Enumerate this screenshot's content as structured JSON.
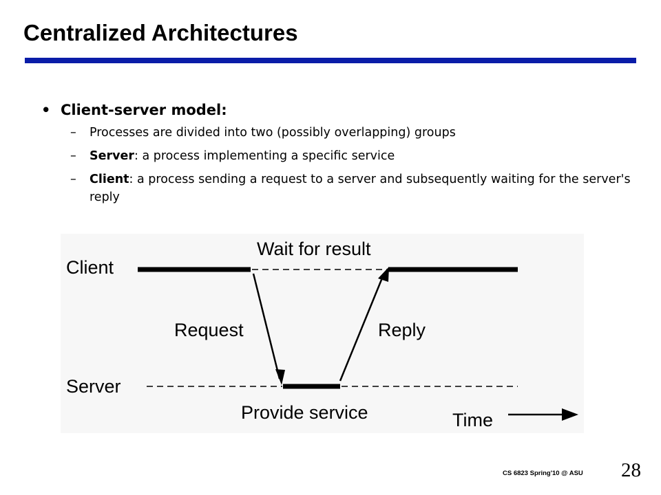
{
  "slide": {
    "title": "Centralized Architectures",
    "accent_color": "#0a1ca8"
  },
  "content": {
    "bullet": "Client-server model:",
    "sub_items": [
      {
        "text": "Processes are divided into two (possibly overlapping) groups"
      },
      {
        "bold": "Server",
        "text": ": a process implementing a specific service"
      },
      {
        "bold": "Client",
        "text": ": a process sending a request to a server and subsequently waiting for the server's reply"
      }
    ]
  },
  "diagram": {
    "client_label": "Client",
    "server_label": "Server",
    "wait_label": "Wait for result",
    "request_label": "Request",
    "reply_label": "Reply",
    "provide_label": "Provide service",
    "time_label": "Time"
  },
  "footer": {
    "course": "CS 6823 Spring'10 @ ASU",
    "page_number": "28"
  }
}
